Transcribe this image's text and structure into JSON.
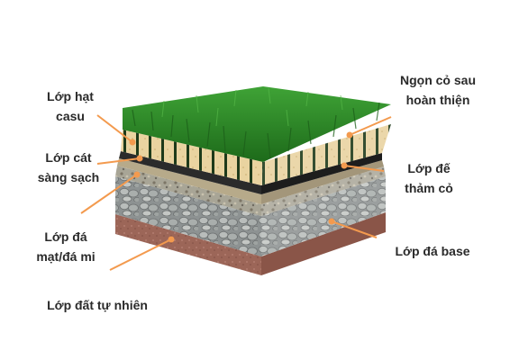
{
  "labels": {
    "rubber_infill": [
      "Lớp hạt",
      "casu"
    ],
    "sand": [
      "Lớp cát",
      "sàng sạch"
    ],
    "fine_stone": [
      "Lớp đá",
      "mạt/đá mi"
    ],
    "natural_soil": [
      "Lớp đất tự nhiên"
    ],
    "grass_blades": [
      "Ngọn cỏ sau",
      "hoàn thiện"
    ],
    "turf_backing": [
      "Lớp đế",
      "thảm cỏ"
    ],
    "base_stone": [
      "Lớp đá base"
    ]
  },
  "colors": {
    "leader": "#f39a4e",
    "label_text": "#2a2a2a",
    "grass": "#2f8a2a",
    "grass_dark": "#1f6b1c",
    "infill": "#e8cf98",
    "backing": "#2b2b2b",
    "sand": "#b8a98c",
    "stone": "#9aa0a0",
    "soil": "#a06a5a"
  }
}
